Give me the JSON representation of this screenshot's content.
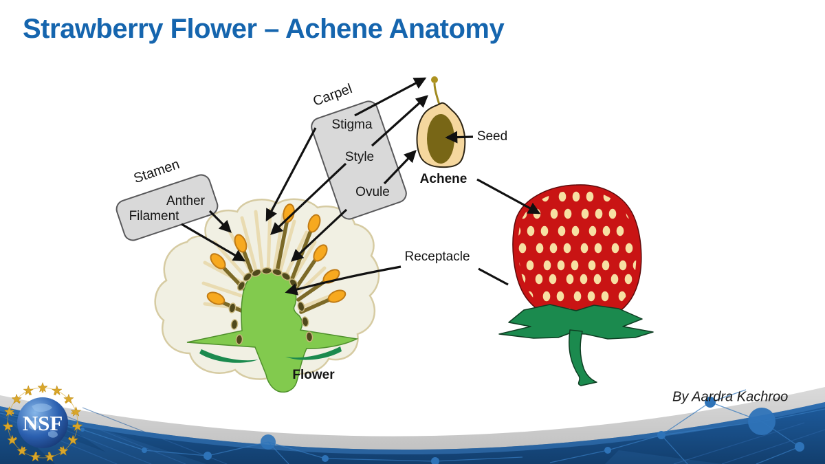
{
  "slide": {
    "title": "Strawberry Flower – Achene Anatomy"
  },
  "diagram": {
    "carpel_group": {
      "label": "Carpel",
      "items": {
        "stigma": "Stigma",
        "style": "Style",
        "ovule": "Ovule"
      }
    },
    "stamen_group": {
      "label": "Stamen",
      "items": {
        "anther": "Anther",
        "filament": "Filament"
      }
    },
    "achene_detail": {
      "seed": "Seed",
      "achene": "Achene"
    },
    "flower_labels": {
      "receptacle": "Receptacle",
      "flower": "Flower"
    }
  },
  "footer": {
    "author": "By Aardra Kachroo",
    "logo_text": "NSF"
  },
  "colors": {
    "title_blue": "#1565AE",
    "label_box_gray": "#D9D9D9",
    "strawberry_red": "#C91414",
    "strawberry_seed_cream": "#F7E0A3",
    "leaf_green": "#1B8A4E",
    "receptacle_green": "#82CA4E",
    "anther_orange": "#F7A91F",
    "filament_brown": "#7C6A28",
    "achene_tan": "#F5D79E",
    "seed_olive": "#786616",
    "band_blue": "#174A7E",
    "swoosh_gray": "#CDCDCD"
  }
}
